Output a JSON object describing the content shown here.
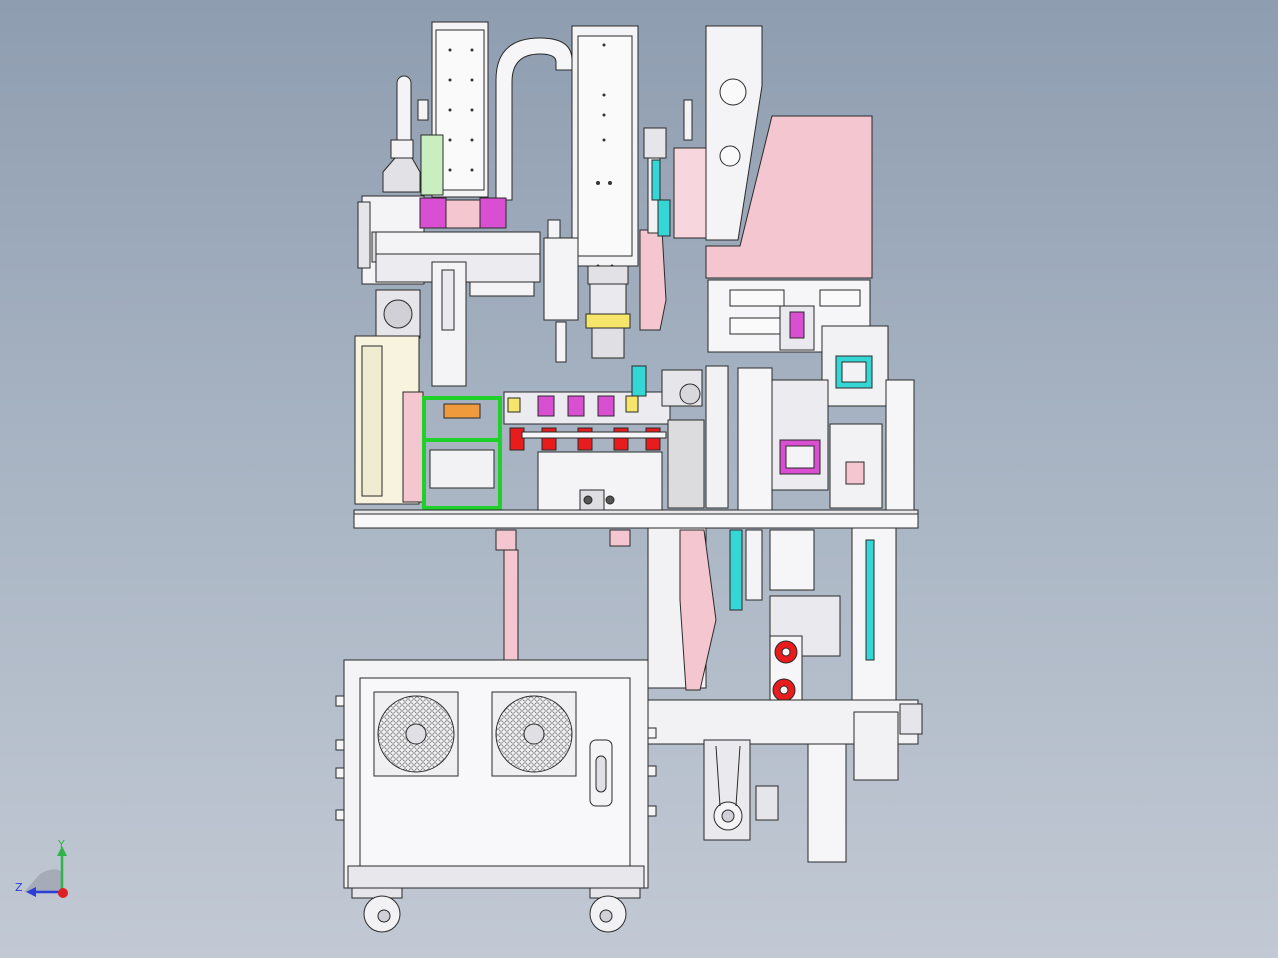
{
  "viewport": {
    "background_top": "#8e9db0",
    "background_bottom": "#c2c9d4",
    "model_kind": "cad-assembly-machine"
  },
  "triad": {
    "y_label": "Y",
    "z_label": "Z",
    "y_color": "#2fb34a",
    "z_color": "#2b3fd6",
    "x_color": "#e02020"
  },
  "colors": {
    "edge": "#2a2a2a",
    "frame_white": "#f4f4f6",
    "pink": "#f4c6cf",
    "pink_dark": "#e58aa0",
    "magenta": "#d94fd1",
    "cyan": "#35d6d6",
    "green": "#1fcf2a",
    "red": "#e81c1c",
    "yellow": "#f5e56a",
    "gray": "#d9dadf",
    "orange": "#f09a3e"
  }
}
